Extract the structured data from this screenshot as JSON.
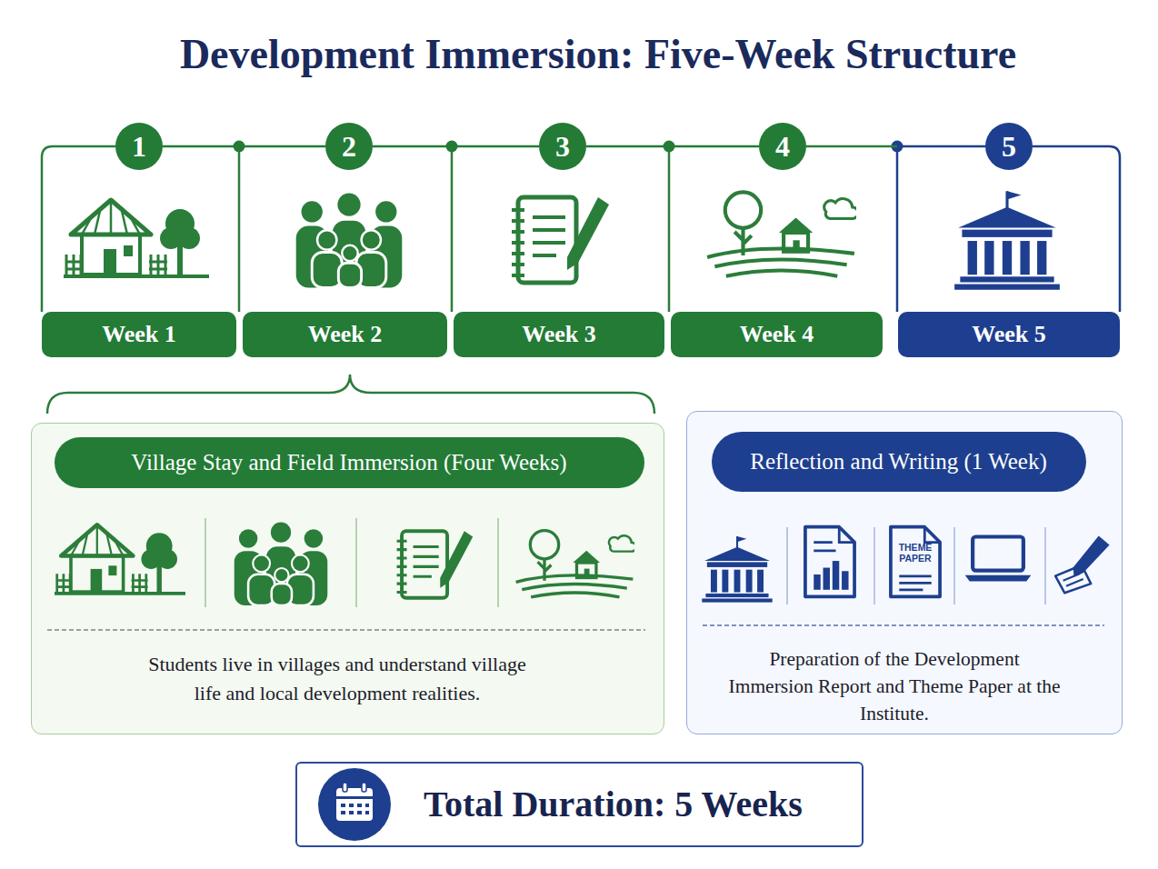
{
  "diagram": {
    "title": "Development Immersion: Five-Week Structure",
    "nodes": [
      {
        "text": [
          "1"
        ]
      },
      {
        "text": [
          "2"
        ]
      },
      {
        "text": [
          "3"
        ]
      },
      {
        "text": [
          "4"
        ]
      },
      {
        "text": [
          "5"
        ]
      },
      {
        "text": [
          "Week 1"
        ]
      },
      {
        "text": [
          "Week 2"
        ]
      },
      {
        "text": [
          "Week 3"
        ]
      },
      {
        "text": [
          "Week 4"
        ]
      },
      {
        "text": [
          "Week 5"
        ]
      },
      {
        "text": [
          "Students live in villages and understand village life and local development realities."
        ]
      },
      {
        "text": [
          "Village Stay and Field Immersion (Four Weeks)"
        ],
        "in": 10
      },
      {
        "text": [
          "Preparation of the Development Immersion Report and Theme Paper at the Institute."
        ]
      },
      {
        "text": [
          "Reflection and Writing (1 Week)"
        ],
        "in": 12
      },
      {
        "text": [
          "Total Duration: 5 Weeks"
        ]
      }
    ],
    "edges": [
      {
        "from": 0,
        "to": 1,
        "arrow": "none"
      },
      {
        "from": 1,
        "to": 2,
        "arrow": "none"
      },
      {
        "from": 2,
        "to": 3,
        "arrow": "none"
      },
      {
        "from": 3,
        "to": 4,
        "arrow": "none"
      }
    ],
    "labels": [
      "THEME PAPER"
    ]
  }
}
